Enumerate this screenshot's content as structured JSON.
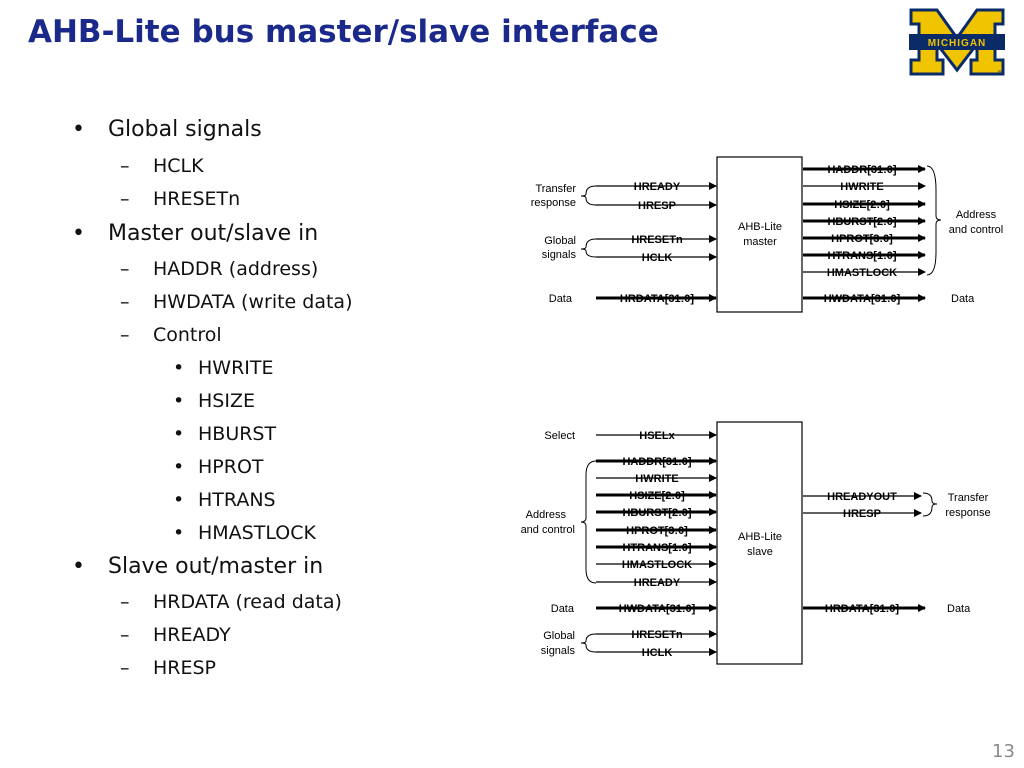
{
  "title": "AHB-Lite bus master/slave interface",
  "logo": {
    "text": "MICHIGAN",
    "reg": "®",
    "colors": {
      "blue": "#0b2b68",
      "maize": "#f1c400"
    }
  },
  "bullets": {
    "global": "Global signals",
    "hclk": "HCLK",
    "hresetn": "HRESETn",
    "master_out": "Master out/slave in",
    "haddr": "HADDR (address)",
    "hwdata": "HWDATA (write data)",
    "control": "Control",
    "hwrite": "HWRITE",
    "hsize": "HSIZE",
    "hburst": "HBURST",
    "hprot": "HPROT",
    "htrans": "HTRANS",
    "hmastlock": "HMASTLOCK",
    "slave_out": "Slave out/master in",
    "hrdata": "HRDATA (read data)",
    "hready": "HREADY",
    "hresp": "HRESP"
  },
  "master": {
    "box_line1": "AHB-Lite",
    "box_line2": "master",
    "group_transfer_1": "Transfer",
    "group_transfer_2": "response",
    "group_global_1": "Global",
    "group_global_2": "signals",
    "group_data": "Data",
    "group_addr_1": "Address",
    "group_addr_2": "and control",
    "group_data_out": "Data",
    "in_hready": "HREADY",
    "in_hresp": "HRESP",
    "in_hresetn": "HRESETn",
    "in_hclk": "HCLK",
    "in_hrdata": "HRDATA[31:0]",
    "out_haddr": "HADDR[31:0]",
    "out_hwrite": "HWRITE",
    "out_hsize": "HSIZE[2:0]",
    "out_hburst": "HBURST[2:0]",
    "out_hprot": "HPROT[3:0]",
    "out_htrans": "HTRANS[1:0]",
    "out_hmastlock": "HMASTLOCK",
    "out_hwdata": "HWDATA[31:0]"
  },
  "slave": {
    "box_line1": "AHB-Lite",
    "box_line2": "slave",
    "group_select": "Select",
    "group_addr_1": "Address",
    "group_addr_2": "and control",
    "group_data": "Data",
    "group_global_1": "Global",
    "group_global_2": "signals",
    "group_transfer_1": "Transfer",
    "group_transfer_2": "response",
    "group_data_out": "Data",
    "in_hselx": "HSELx",
    "in_haddr": "HADDR[31:0]",
    "in_hwrite": "HWRITE",
    "in_hsize": "HSIZE[2:0]",
    "in_hburst": "HBURST[2:0]",
    "in_hprot": "HPROT[3:0]",
    "in_htrans": "HTRANS[1:0]",
    "in_hmastlock": "HMASTLOCK",
    "in_hready": "HREADY",
    "in_hwdata": "HWDATA[31:0]",
    "in_hresetn": "HRESETn",
    "in_hclk": "HCLK",
    "out_hreadyout": "HREADYOUT",
    "out_hresp": "HRESP",
    "out_hrdata": "HRDATA[31:0]"
  },
  "page_number": "13"
}
